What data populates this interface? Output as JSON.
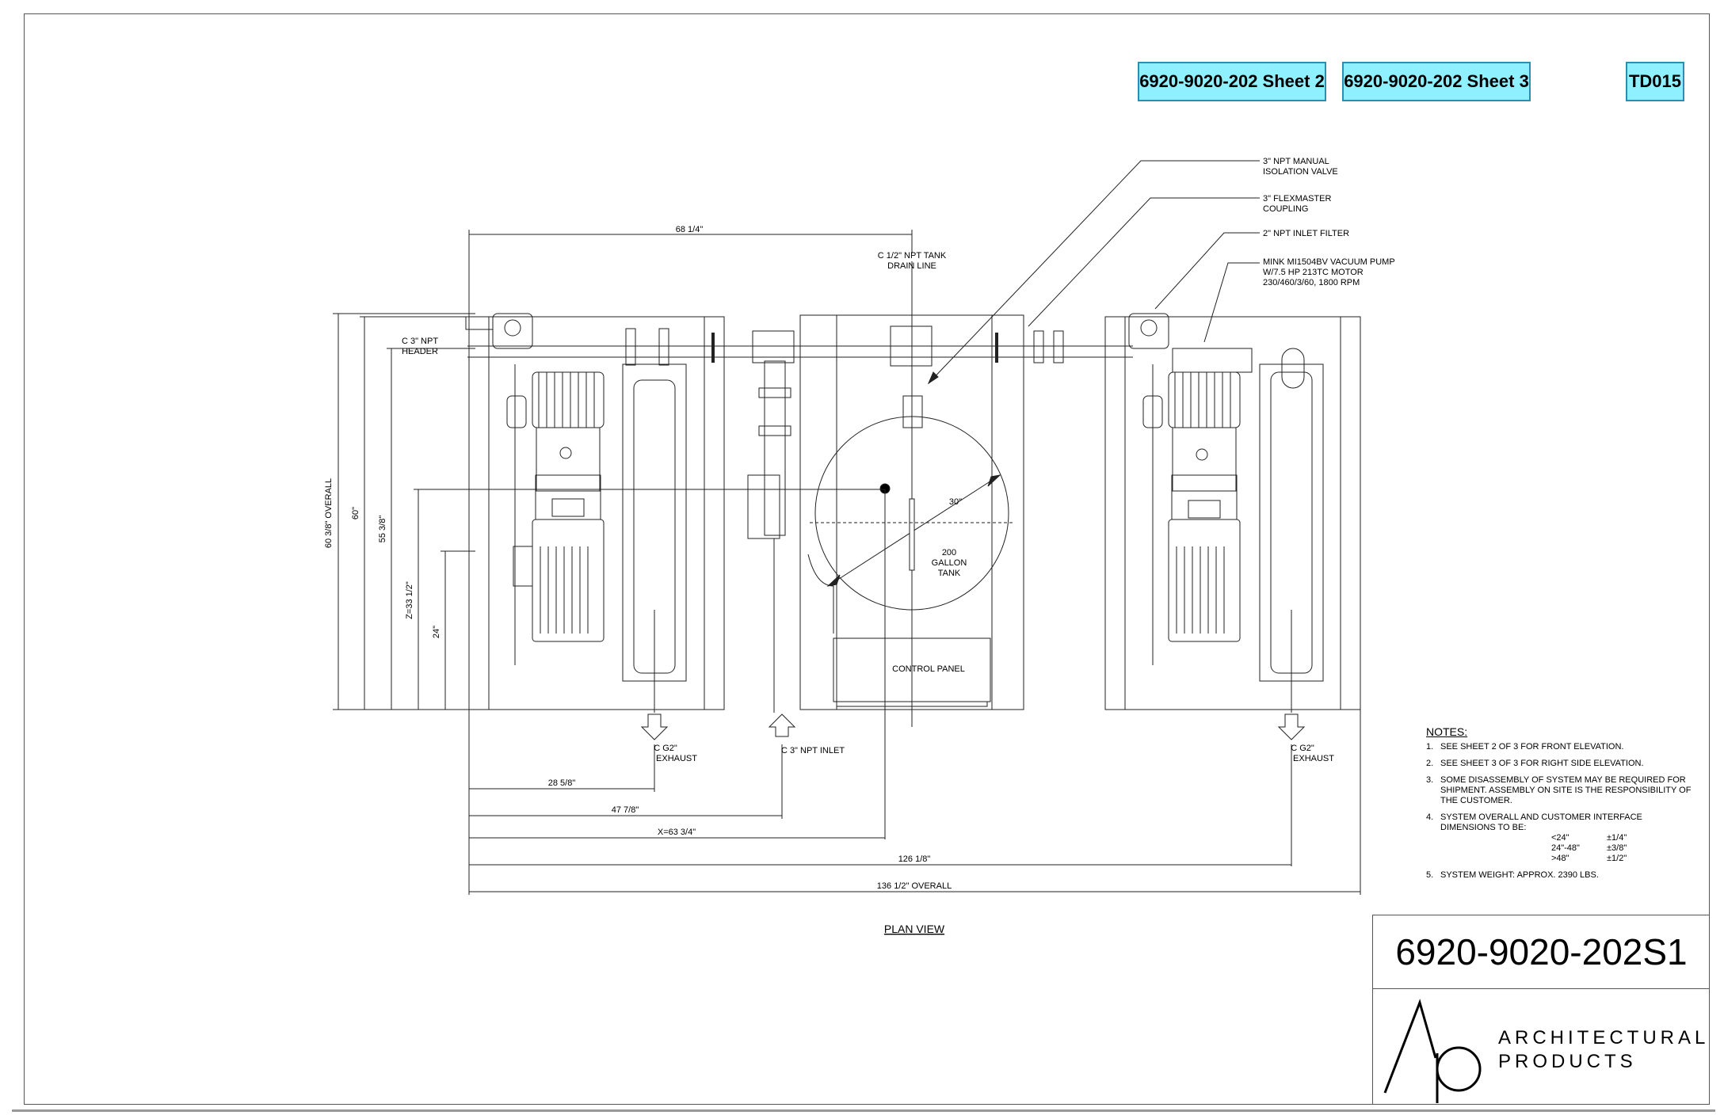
{
  "header": {
    "ref_sheet2": "6920-9020-202 Sheet 2",
    "ref_sheet3": "6920-9020-202 Sheet 3",
    "code": "TD015"
  },
  "callouts": {
    "isolation_valve": [
      "3\" NPT MANUAL",
      "ISOLATION VALVE"
    ],
    "coupling": [
      "3\" FLEXMASTER",
      "COUPLING"
    ],
    "inlet_filter": [
      "2\" NPT INLET FILTER"
    ],
    "pump": [
      "MINK MI1504BV VACUUM PUMP",
      "W/7.5 HP 213TC MOTOR",
      "230/460/3/60, 1800 RPM"
    ],
    "drain": [
      "C 1/2\" NPT TANK",
      "DRAIN LINE"
    ],
    "header_pipe": [
      "C 3\" NPT",
      "HEADER"
    ],
    "tank": [
      "200",
      "GALLON",
      "TANK"
    ],
    "tank_dia": "30\"",
    "control_panel": "CONTROL PANEL",
    "exhaust_left": [
      "C G2\"",
      "EXHAUST"
    ],
    "inlet": "C 3\" NPT INLET",
    "exhaust_right": [
      "C G2\"",
      "EXHAUST"
    ]
  },
  "dimensions": {
    "top": "68 1/4\"",
    "h_overall": "60 3/8\"  OVERALL",
    "h_60": "60\"",
    "h_55": "55 3/8\"",
    "h_z": "Z=33 1/2\"",
    "h_24": "24\"",
    "w1": "28 5/8\"",
    "w2": "47 7/8\"",
    "w3": "X=63 3/4\"",
    "w4": "126 1/8\"",
    "w5": "136 1/2\"  OVERALL"
  },
  "view_label": "PLAN VIEW",
  "notes": {
    "title": "NOTES:",
    "items": [
      {
        "n": "1.",
        "t": "SEE SHEET 2 OF 3 FOR FRONT ELEVATION."
      },
      {
        "n": "2.",
        "t": "SEE SHEET 3 OF 3 FOR RIGHT SIDE ELEVATION."
      },
      {
        "n": "3.",
        "t": "SOME DISASSEMBLY OF SYSTEM MAY BE REQUIRED FOR SHIPMENT.  ASSEMBLY ON SITE IS THE RESPONSIBILITY OF THE CUSTOMER."
      },
      {
        "n": "4.",
        "t": "SYSTEM OVERALL AND CUSTOMER INTERFACE DIMENSIONS TO BE:"
      },
      {
        "n": "5.",
        "t": "SYSTEM WEIGHT: APPROX. 2390 LBS."
      }
    ],
    "tolerances": [
      {
        "range": "<24\"",
        "tol": "±1/4\""
      },
      {
        "range": "24\"-48\"",
        "tol": "±3/8\""
      },
      {
        "range": ">48\"",
        "tol": "±1/2\""
      }
    ]
  },
  "title_block": {
    "drawing_number": "6920-9020-202S1",
    "logo_letters": "Ap",
    "company_line1": "ARCHITECTURAL",
    "company_line2": "PRODUCTS"
  }
}
